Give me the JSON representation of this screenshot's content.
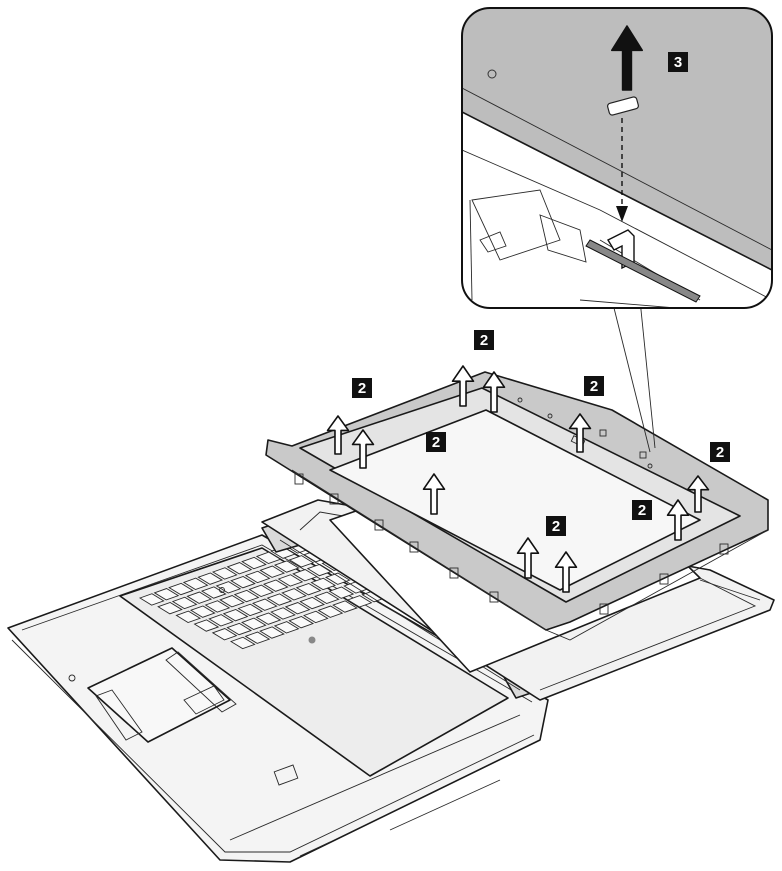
{
  "colors": {
    "line": "#1a1a1a",
    "bezel_fill": "#c9c9c9",
    "bezel_inner": "#e4e4e4",
    "laptop_fill": "#f4f4f4",
    "key_fill": "#fafafa",
    "callout_bg": "#111111",
    "callout_text": "#ffffff",
    "arrow_fill": "#ffffff",
    "inset_top": "#bdbdbd"
  },
  "callouts": [
    {
      "id": "c3",
      "label": "3"
    },
    {
      "id": "c2a",
      "label": "2"
    },
    {
      "id": "c2b",
      "label": "2"
    },
    {
      "id": "c2c",
      "label": "2"
    },
    {
      "id": "c2d",
      "label": "2"
    },
    {
      "id": "c2e",
      "label": "2"
    },
    {
      "id": "c2f",
      "label": "2"
    },
    {
      "id": "c2g",
      "label": "2"
    }
  ]
}
